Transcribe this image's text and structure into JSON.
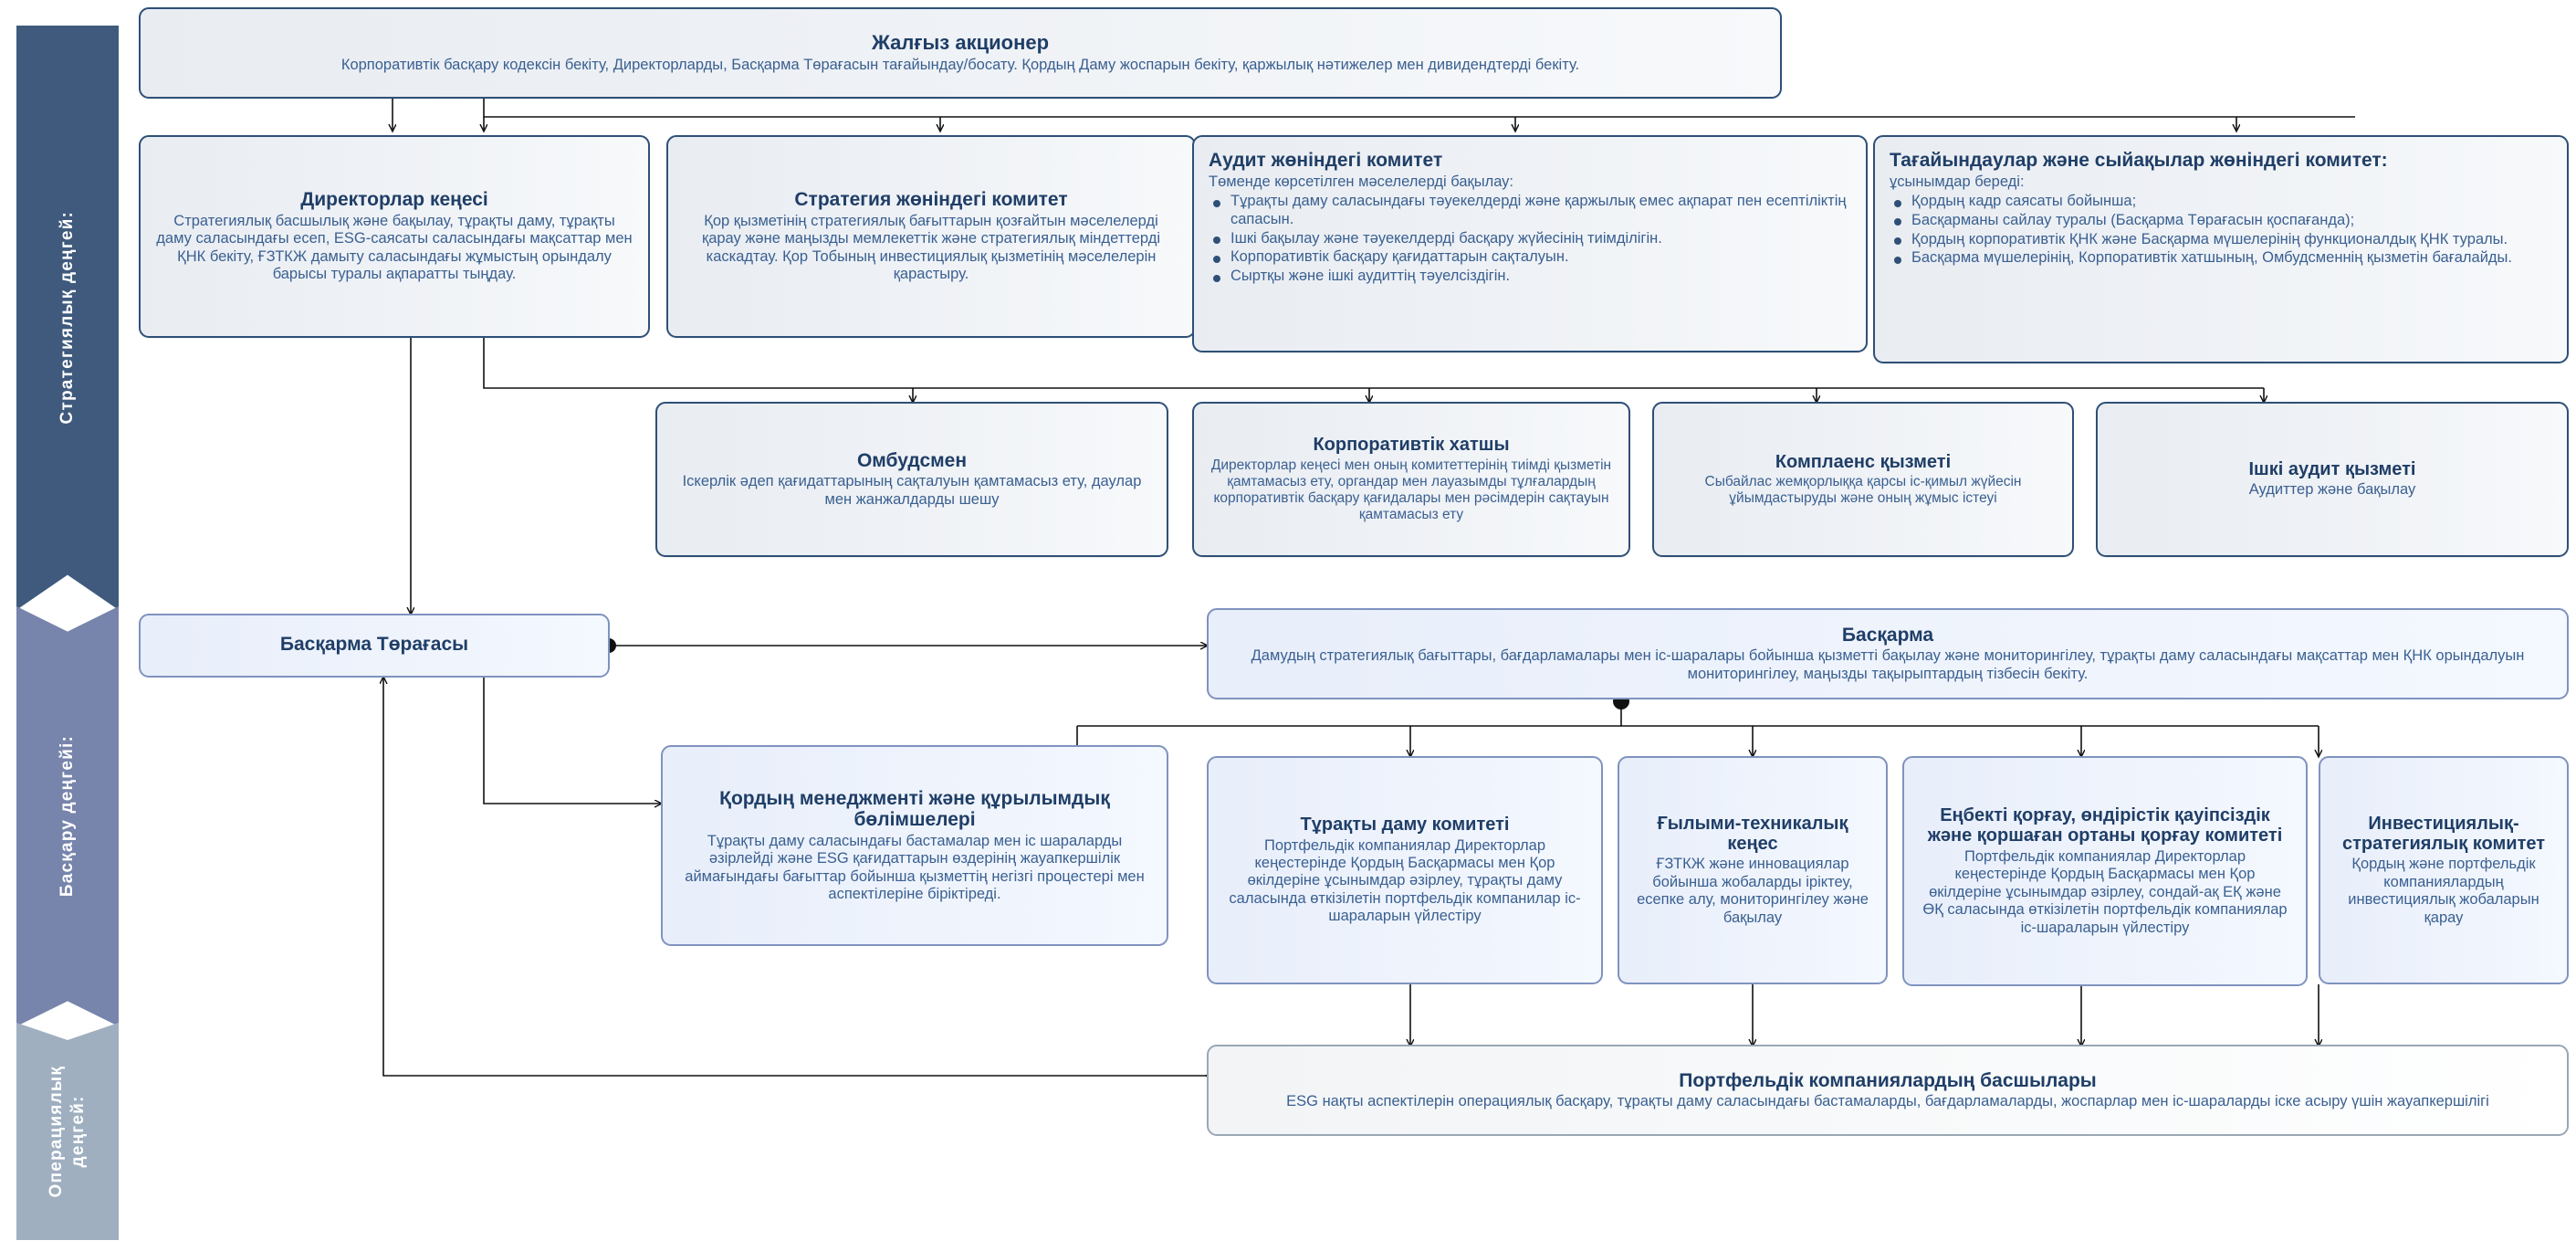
{
  "levels": [
    {
      "id": "strategic",
      "label": "Стратегиялық деңгей:"
    },
    {
      "id": "management",
      "label": "Басқару деңгейі:"
    },
    {
      "id": "operational",
      "label": "Операциялық\nдеңгей:"
    }
  ],
  "nodes": {
    "sole_shareholder": {
      "title": "Жалғыз акционер",
      "body": "Корпоративтік басқару кодексін бекіту, Директорларды, Басқарма Төрағасын тағайындау/босату. Қордың Даму жоспарын бекіту, қаржылық нәтижелер мен дивидендтерді бекіту."
    },
    "board_of_directors": {
      "title": "Директорлар кеңесі",
      "body": "Стратегиялық басшылық және бақылау, тұрақты даму, тұрақты даму саласындағы есеп, ESG-саясаты  саласындағы мақсаттар мен ҚНК бекіту, ҒЗТКЖ дамыту саласындағы жұмыстың орындалу барысы туралы ақпаратты тыңдау."
    },
    "strategy_committee": {
      "title": "Стратегия жөніндегі комитет",
      "body": "Қор қызметінің стратегиялық бағыттарын қозғайтын мәселелерді қарау және маңызды мемлекеттік және стратегиялық міндеттерді каскадтау. Қор Тобының инвестициялық қызметінің мәселелерін қарастыру."
    },
    "audit_committee": {
      "title": "Аудит жөніндегі комитет",
      "intro": "Төменде көрсетілген мәселелерді бақылау:",
      "bullets": [
        "Тұрақты даму саласындағы тәуекелдерді және қаржылық емес ақпарат пен есептіліктің сапасын.",
        "Ішкі бақылау және тәуекелдерді басқару жүйесінің тиімділігін.",
        "Корпоративтік басқару қағидаттарын сақталуын.",
        "Сыртқы және ішкі аудиттің тәуелсіздігін."
      ]
    },
    "nomination_committee": {
      "title": "Тағайындаулар және сыйақылар жөніндегі комитет:",
      "intro": "ұсынымдар береді:",
      "bullets": [
        "Қордың кадр саясаты бойынша;",
        "Басқарманы сайлау туралы (Басқарма Төрағасын қоспағанда);",
        "Қордың корпоративтік ҚНК және Басқарма мүшелерінің функционалдық ҚНК туралы.",
        "Басқарма мүшелерінің, Корпоративтік хатшының, Омбудсменнің қызметін бағалайды."
      ]
    },
    "ombudsman": {
      "title": "Омбудсмен",
      "body": "Іскерлік әдеп қағидаттарының сақталуын қамтамасыз ету, даулар мен жанжалдарды шешу"
    },
    "corporate_secretary": {
      "title": "Корпоративтік хатшы",
      "body": "Директорлар кеңесі мен оның комитеттерінің тиімді қызметін қамтамасыз ету, органдар мен лауазымды тұлғалардың корпоративтік басқару қағидалары мен рәсімдерін сақтауын қамтамасыз ету"
    },
    "compliance_service": {
      "title": "Комплаенс қызметі",
      "body": "Сыбайлас жемқорлыққа қарсы іс-қимыл жүйесін ұйымдастыруды және оның жұмыс істеуі"
    },
    "internal_audit_service": {
      "title": "Ішкі аудит қызметі",
      "body": "Аудиттер және бақылау"
    },
    "chairman_of_board": {
      "title": "Басқарма Төрағасы",
      "body": ""
    },
    "management_board": {
      "title": "Басқарма",
      "body": "Дамудың стратегиялық бағыттары, бағдарламалары мен іс-шаралары бойынша қызметті бақылау және мониторингілеу, тұрақты даму саласындағы мақсаттар мен ҚНК орындалуын мониторингілеу, маңызды тақырыптардың тізбесін бекіту."
    },
    "fund_management_units": {
      "title": "Қордың менеджменті және құрылымдық бөлімшелері",
      "body": "Тұрақты даму саласындағы бастамалар мен іс шараларды әзірлейді және ESG қағидаттарын өздерінің жауапкершілік аймағындағы бағыттар бойынша қызметтің негізгі процестері мен аспектілеріне біріктіреді."
    },
    "sustainable_dev_committee": {
      "title": "Тұрақты даму комитеті",
      "body": "Портфельдік компаниялар Директорлар кеңестерінде Қордың Басқармасы мен Қор өкілдеріне ұсынымдар әзірлеу, тұрақты даму саласында өткізілетін портфельдік компанилар іс-шараларын үйлестіру"
    },
    "sci_tech_council": {
      "title": "Ғылыми-техникалық кеңес",
      "body": "ҒЗТКЖ және инновациялар бойынша жобаларды іріктеу, есепке алу, мониторингілеу және бақылау"
    },
    "hse_committee": {
      "title": "Еңбекті қорғау, өндірістік қауіпсіздік және қоршаған ортаны қорғау комитеті",
      "body": "Портфельдік компаниялар Директорлар кеңестерінде Қордың Басқармасы мен Қор өкілдеріне ұсынымдар әзірлеу, сондай-ақ ЕҚ және ӨҚ саласында өткізілетін портфельдік компаниялар іс-шараларын үйлестіру"
    },
    "investment_strategy_committee": {
      "title": "Инвестициялық-стратегиялық комитет",
      "body": "Қордың және портфельдік компаниялардың инвестициялық жобаларын қарау"
    },
    "portfolio_heads": {
      "title": "Портфельдік компаниялардың басшылары",
      "body": "ESG нақты аспектілерін операциялық басқару, тұрақты даму саласындағы бастамаларды, бағдарламаларды, жоспарлар мен іс-шараларды іске асыру үшін жауапкершілігі"
    }
  },
  "colors": {
    "rail_strategic": "#3f5a7d",
    "rail_management": "#7784ab",
    "rail_operational": "#9fafc0",
    "node_border_strategic": "#2e5077",
    "node_border_management": "#7f93bf",
    "node_border_operational": "#9aa7b4",
    "title_text": "#1f3e67",
    "body_text": "#3a6091",
    "connector": "#1a1a1a"
  }
}
